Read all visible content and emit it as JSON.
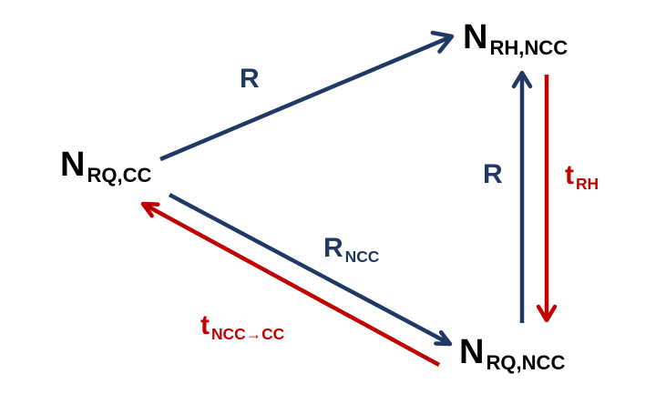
{
  "colors": {
    "node_text": "#000000",
    "blue_arrow": "#1f3864",
    "red_arrow": "#c00000"
  },
  "nodes": {
    "rq_cc": {
      "main": "N",
      "sub": "RQ,CC"
    },
    "rh_ncc": {
      "main": "N",
      "sub": "RH,NCC"
    },
    "rq_ncc": {
      "main": "N",
      "sub": "RQ,NCC"
    }
  },
  "edges": {
    "rq_cc_to_rh_ncc": {
      "main": "R",
      "sub": ""
    },
    "rq_ncc_to_rh_ncc": {
      "main": "R",
      "sub": ""
    },
    "rh_ncc_to_rq_ncc": {
      "main": "t",
      "sub": "RH"
    },
    "rq_cc_to_rq_ncc": {
      "main": "R",
      "sub": "NCC"
    },
    "rq_ncc_to_rq_cc": {
      "main": "t",
      "sub": "NCC→CC"
    }
  }
}
